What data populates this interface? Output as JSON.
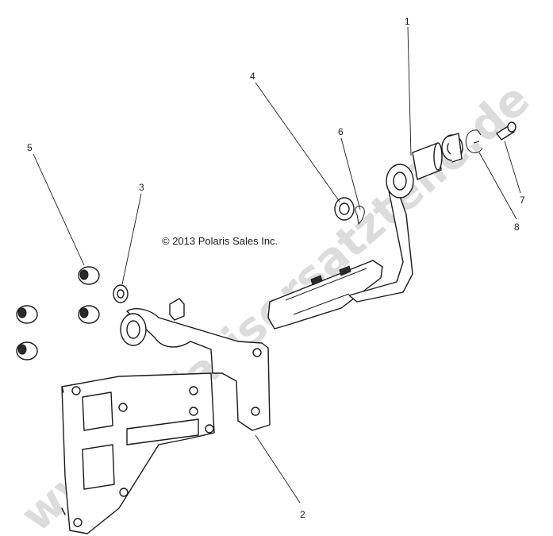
{
  "copyright": "© 2013 Polaris Sales Inc.",
  "watermark": "www.polarisersatzteile.de",
  "callouts": [
    "1",
    "2",
    "3",
    "4",
    "5",
    "6",
    "7",
    "8"
  ],
  "colors": {
    "line": "#1a1a1a",
    "watermark": "#d6d6d6",
    "background": "#ffffff"
  }
}
